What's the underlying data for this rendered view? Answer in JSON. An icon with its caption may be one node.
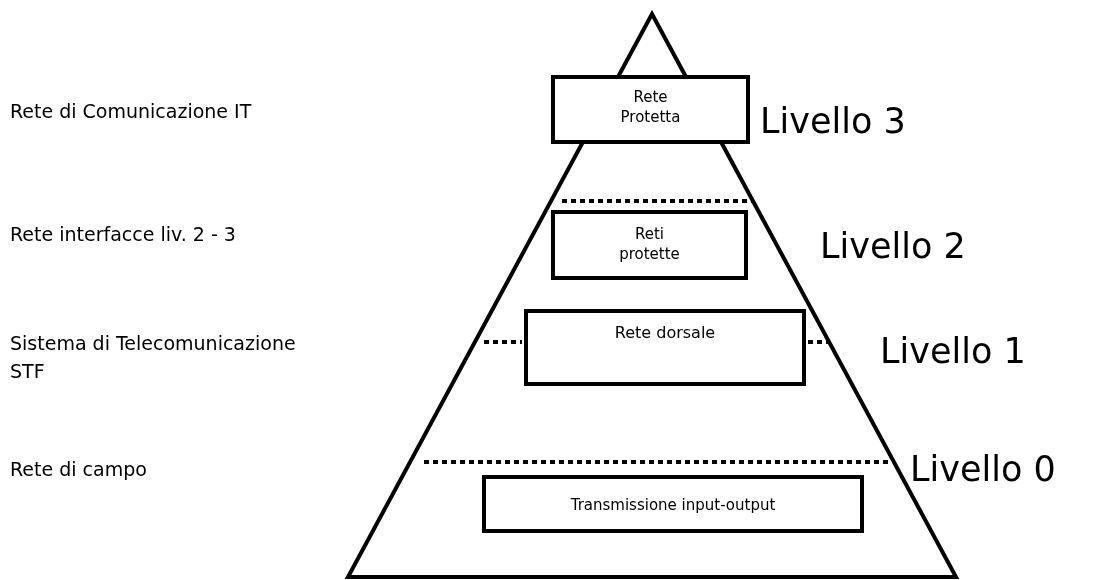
{
  "diagram": {
    "nodes": [
      {
        "text": [
          "Rete Protetta"
        ]
      },
      {
        "text": [
          "Reti protette"
        ]
      },
      {
        "text": [
          "Rete dorsale"
        ]
      },
      {
        "text": [
          "Transmissione input-output"
        ]
      }
    ],
    "labels": [
      "Rete di Comunicazione IT",
      "Livello 3",
      "Rete interfacce liv. 2 - 3",
      "Livello 2",
      "Sistema di Telecomunicazione STF",
      "Livello 1",
      "Rete di campo",
      "Livello 0"
    ]
  }
}
